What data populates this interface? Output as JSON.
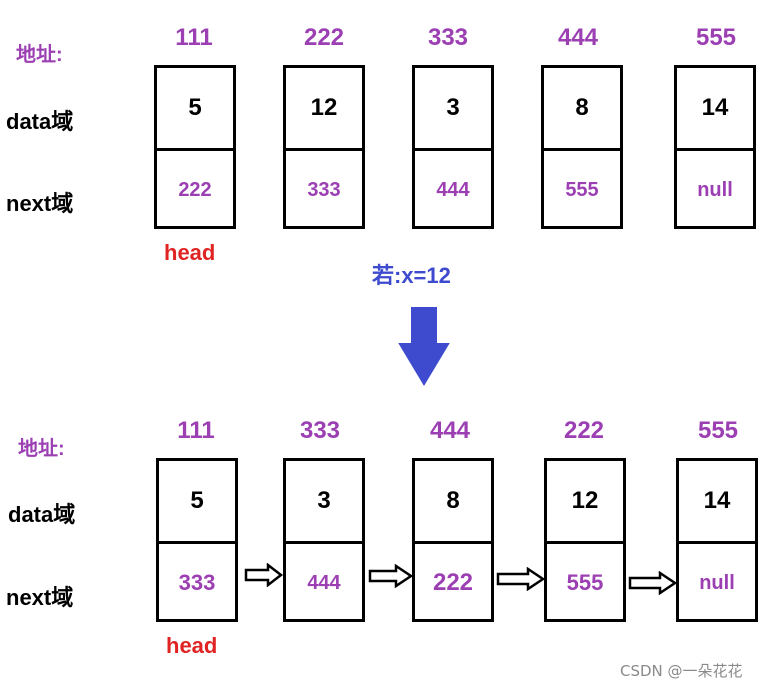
{
  "address_label": "地址:",
  "data_label": "data域",
  "next_label": "next域",
  "head_label": "head",
  "condition": "若:x=12",
  "watermark": "CSDN @一朵花花",
  "before": {
    "nodes": [
      {
        "address": "111",
        "data": "5",
        "next": "222"
      },
      {
        "address": "222",
        "data": "12",
        "next": "333"
      },
      {
        "address": "333",
        "data": "3",
        "next": "444"
      },
      {
        "address": "444",
        "data": "8",
        "next": "555"
      },
      {
        "address": "555",
        "data": "14",
        "next": "null"
      }
    ]
  },
  "after": {
    "nodes": [
      {
        "address": "111",
        "data": "5",
        "next": "333"
      },
      {
        "address": "333",
        "data": "3",
        "next": "444"
      },
      {
        "address": "444",
        "data": "8",
        "next": "222"
      },
      {
        "address": "222",
        "data": "12",
        "next": "555"
      },
      {
        "address": "555",
        "data": "14",
        "next": "null"
      }
    ]
  },
  "colors": {
    "address": "#9b3fb3",
    "head": "#e02424",
    "condition": "#3e4bcf",
    "arrow_down": "#3e4bcf"
  }
}
